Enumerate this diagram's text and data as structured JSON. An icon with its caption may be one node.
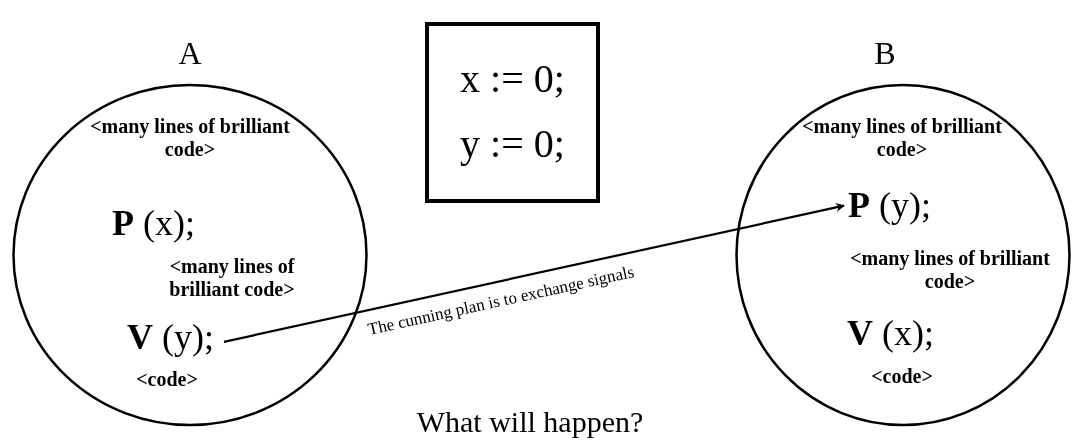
{
  "diagram": {
    "nodes": [
      {
        "text": [
          "A",
          "<many lines of brilliant code>",
          "**P** (x);",
          "<many lines of brilliant code>",
          "<code>"
        ]
      },
      {
        "text": [
          "**V** (y);"
        ],
        "in": 0
      },
      {
        "text": [
          "x := 0;",
          "y := 0;"
        ]
      },
      {
        "text": [
          "B",
          "<many lines of brilliant code>",
          "<many lines of brilliant code>",
          "**V** (x);",
          "<code>"
        ]
      },
      {
        "text": [
          "**P** (y);"
        ],
        "in": 3
      }
    ],
    "edges": [
      {
        "from": 1,
        "to": 4,
        "arrow": "to",
        "label": "The cunning plan is to exchange signals"
      }
    ],
    "labels": [
      "What will happen?"
    ]
  }
}
